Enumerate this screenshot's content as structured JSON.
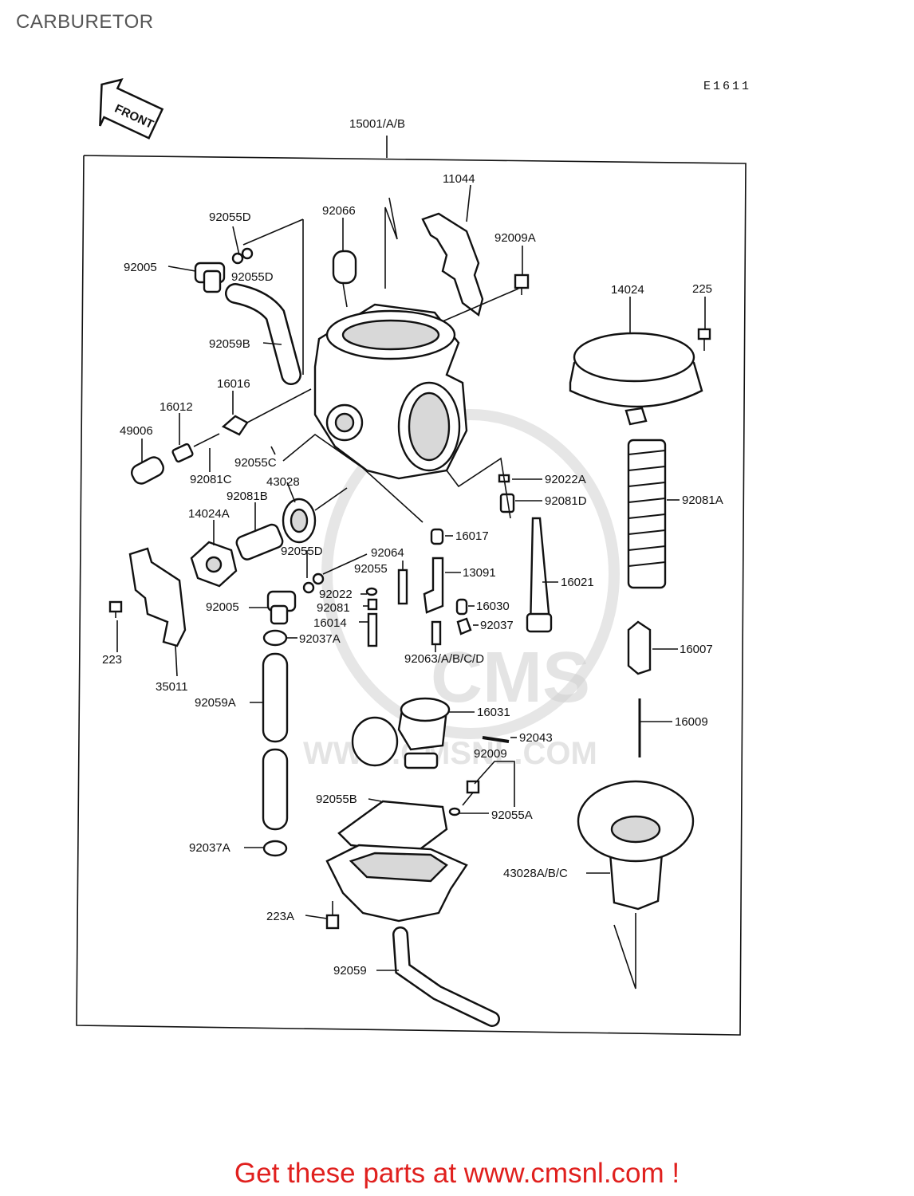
{
  "page": {
    "title": "CARBURETOR"
  },
  "diagram": {
    "code": "E1611",
    "direction_label": "FRONT",
    "watermark": {
      "brand": "CMS",
      "site": "WWW.CMSNL.COM"
    },
    "parts": {
      "p15001": "15001/A/B",
      "p11044": "11044",
      "p92066": "92066",
      "p92055D_a": "92055D",
      "p92055D_b": "92055D",
      "p92005_a": "92005",
      "p92009A": "92009A",
      "p14024": "14024",
      "p225": "225",
      "p92059B": "92059B",
      "p16016": "16016",
      "p16012": "16012",
      "p49006": "49006",
      "p92055C": "92055C",
      "p92081C": "92081C",
      "p43028": "43028",
      "p92081B": "92081B",
      "p14024A": "14024A",
      "p92022A": "92022A",
      "p92081D": "92081D",
      "p92081A": "92081A",
      "p16017": "16017",
      "p92055D_c": "92055D",
      "p92064": "92064",
      "p92055": "92055",
      "p13091": "13091",
      "p16021": "16021",
      "p92022": "92022",
      "p92081": "92081",
      "p92005_b": "92005",
      "p16030": "16030",
      "p16014": "16014",
      "p92037": "92037",
      "p92037A_a": "92037A",
      "p223": "223",
      "p92063": "92063/A/B/C/D",
      "p16007": "16007",
      "p35011": "35011",
      "p92059A": "92059A",
      "p16031": "16031",
      "p16009": "16009",
      "p92043": "92043",
      "p92009": "92009",
      "p92055B": "92055B",
      "p92055A": "92055A",
      "p92037A_b": "92037A",
      "p43028ABC": "43028A/B/C",
      "p223A": "223A",
      "p92059": "92059"
    }
  },
  "footer": {
    "cta": "Get these parts at www.cmsnl.com !"
  },
  "colors": {
    "cta": "#e0201e",
    "title": "#555555",
    "line": "#111111",
    "watermark": "#cfcfcf"
  }
}
